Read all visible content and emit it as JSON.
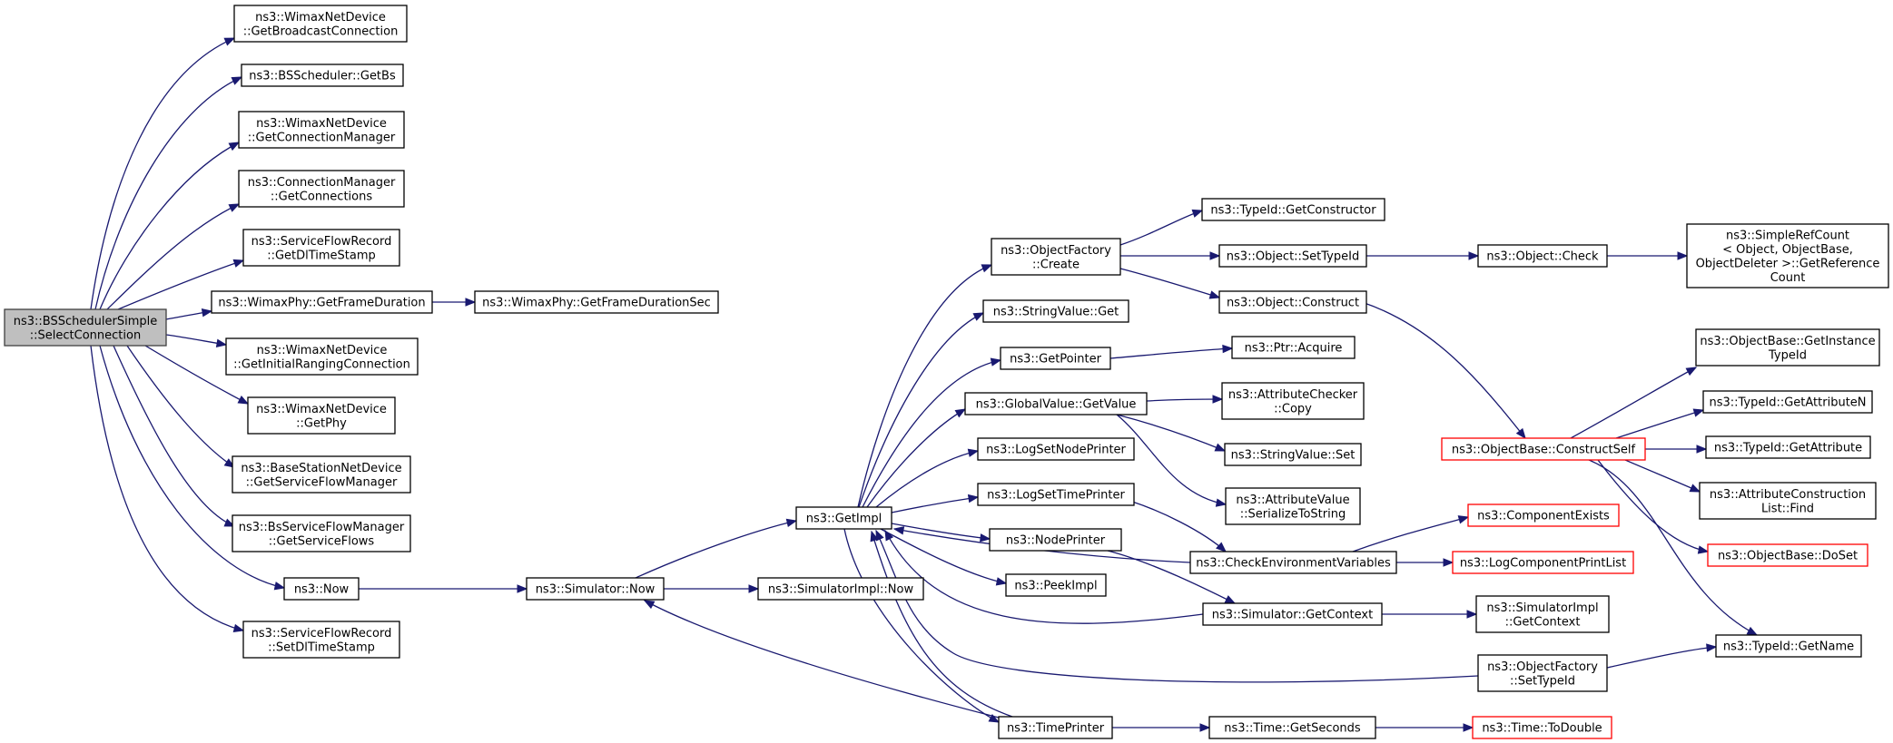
{
  "nodes": [
    {
      "id": "root",
      "lines": [
        "ns3::BSSchedulerSimple",
        "::SelectConnection"
      ],
      "style": "root"
    },
    {
      "id": "gbc",
      "lines": [
        "ns3::WimaxNetDevice",
        "::GetBroadcastConnection"
      ]
    },
    {
      "id": "getbs",
      "lines": [
        "ns3::BSScheduler::GetBs"
      ]
    },
    {
      "id": "gcm",
      "lines": [
        "ns3::WimaxNetDevice",
        "::GetConnectionManager"
      ]
    },
    {
      "id": "gconn",
      "lines": [
        "ns3::ConnectionManager",
        "::GetConnections"
      ]
    },
    {
      "id": "gdts",
      "lines": [
        "ns3::ServiceFlowRecord",
        "::GetDlTimeStamp"
      ]
    },
    {
      "id": "gfd",
      "lines": [
        "ns3::WimaxPhy::GetFrameDuration"
      ]
    },
    {
      "id": "gfds",
      "lines": [
        "ns3::WimaxPhy::GetFrameDurationSec"
      ]
    },
    {
      "id": "girc",
      "lines": [
        "ns3::WimaxNetDevice",
        "::GetInitialRangingConnection"
      ]
    },
    {
      "id": "gphy",
      "lines": [
        "ns3::WimaxNetDevice",
        "::GetPhy"
      ]
    },
    {
      "id": "gsfm",
      "lines": [
        "ns3::BaseStationNetDevice",
        "::GetServiceFlowManager"
      ]
    },
    {
      "id": "gsf",
      "lines": [
        "ns3::BsServiceFlowManager",
        "::GetServiceFlows"
      ]
    },
    {
      "id": "now",
      "lines": [
        "ns3::Now"
      ]
    },
    {
      "id": "sdts",
      "lines": [
        "ns3::ServiceFlowRecord",
        "::SetDlTimeStamp"
      ]
    },
    {
      "id": "simnow",
      "lines": [
        "ns3::Simulator::Now"
      ]
    },
    {
      "id": "getimpl",
      "lines": [
        "ns3::GetImpl"
      ]
    },
    {
      "id": "simimplnow",
      "lines": [
        "ns3::SimulatorImpl::Now"
      ]
    },
    {
      "id": "ofcreate",
      "lines": [
        "ns3::ObjectFactory",
        "::Create"
      ]
    },
    {
      "id": "svget",
      "lines": [
        "ns3::StringValue::Get"
      ]
    },
    {
      "id": "getptr",
      "lines": [
        "ns3::GetPointer"
      ]
    },
    {
      "id": "gvget",
      "lines": [
        "ns3::GlobalValue::GetValue"
      ]
    },
    {
      "id": "lsnp",
      "lines": [
        "ns3::LogSetNodePrinter"
      ]
    },
    {
      "id": "lstp",
      "lines": [
        "ns3::LogSetTimePrinter"
      ]
    },
    {
      "id": "nodeprinter",
      "lines": [
        "ns3::NodePrinter"
      ]
    },
    {
      "id": "peekimpl",
      "lines": [
        "ns3::PeekImpl"
      ]
    },
    {
      "id": "timeprinter",
      "lines": [
        "ns3::TimePrinter"
      ]
    },
    {
      "id": "tigetctor",
      "lines": [
        "ns3::TypeId::GetConstructor"
      ]
    },
    {
      "id": "objsettid",
      "lines": [
        "ns3::Object::SetTypeId"
      ]
    },
    {
      "id": "objconstruct",
      "lines": [
        "ns3::Object::Construct"
      ]
    },
    {
      "id": "objcheck",
      "lines": [
        "ns3::Object::Check"
      ]
    },
    {
      "id": "srcgrc",
      "lines": [
        "ns3::SimpleRefCount",
        "< Object, ObjectBase,",
        "ObjectDeleter >::GetReference",
        "Count"
      ]
    },
    {
      "id": "ptracq",
      "lines": [
        "ns3::Ptr::Acquire"
      ]
    },
    {
      "id": "accopy",
      "lines": [
        "ns3::AttributeChecker",
        "::Copy"
      ]
    },
    {
      "id": "svset",
      "lines": [
        "ns3::StringValue::Set"
      ]
    },
    {
      "id": "avser",
      "lines": [
        "ns3::AttributeValue",
        "::SerializeToString"
      ]
    },
    {
      "id": "cev",
      "lines": [
        "ns3::CheckEnvironmentVariables"
      ]
    },
    {
      "id": "simgetctx",
      "lines": [
        "ns3::Simulator::GetContext"
      ]
    },
    {
      "id": "ofsettid",
      "lines": [
        "ns3::ObjectFactory",
        "::SetTypeId"
      ]
    },
    {
      "id": "timegetsec",
      "lines": [
        "ns3::Time::GetSeconds"
      ]
    },
    {
      "id": "obcs",
      "lines": [
        "ns3::ObjectBase::ConstructSelf"
      ],
      "style": "trunc"
    },
    {
      "id": "compexists",
      "lines": [
        "ns3::ComponentExists"
      ],
      "style": "trunc"
    },
    {
      "id": "lcpl",
      "lines": [
        "ns3::LogComponentPrintList"
      ],
      "style": "trunc"
    },
    {
      "id": "simimplgetctx",
      "lines": [
        "ns3::SimulatorImpl",
        "::GetContext"
      ]
    },
    {
      "id": "timetodouble",
      "lines": [
        "ns3::Time::ToDouble"
      ],
      "style": "trunc"
    },
    {
      "id": "obgit",
      "lines": [
        "ns3::ObjectBase::GetInstance",
        "TypeId"
      ]
    },
    {
      "id": "tigan",
      "lines": [
        "ns3::TypeId::GetAttributeN"
      ]
    },
    {
      "id": "tiga",
      "lines": [
        "ns3::TypeId::GetAttribute"
      ]
    },
    {
      "id": "aclfind",
      "lines": [
        "ns3::AttributeConstruction",
        "List::Find"
      ]
    },
    {
      "id": "obdoset",
      "lines": [
        "ns3::ObjectBase::DoSet"
      ],
      "style": "trunc"
    },
    {
      "id": "tigetname",
      "lines": [
        "ns3::TypeId::GetName"
      ]
    }
  ]
}
